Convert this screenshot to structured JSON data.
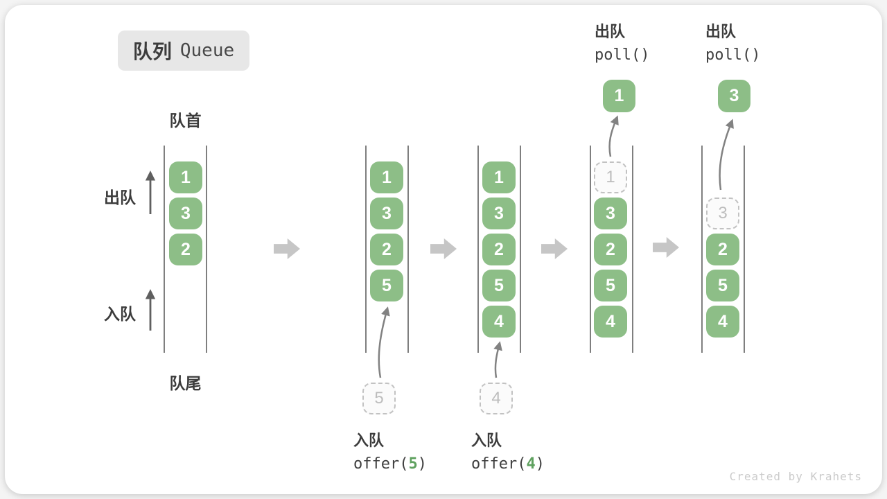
{
  "title": {
    "zh": "队列",
    "en": "Queue"
  },
  "side_labels": {
    "front": "队首",
    "rear": "队尾",
    "dequeue": "出队",
    "enqueue": "入队"
  },
  "operations": {
    "offer5": {
      "label": "入队",
      "fn_open": "offer(",
      "arg": "5",
      "fn_close": ")"
    },
    "offer4": {
      "label": "入队",
      "fn_open": "offer(",
      "arg": "4",
      "fn_close": ")"
    },
    "poll1": {
      "label": "出队",
      "fn": "poll()"
    },
    "poll2": {
      "label": "出队",
      "fn": "poll()"
    }
  },
  "stages": [
    {
      "cells": [
        "1",
        "3",
        "2"
      ]
    },
    {
      "cells": [
        "1",
        "3",
        "2",
        "5"
      ],
      "pending": "5"
    },
    {
      "cells": [
        "1",
        "3",
        "2",
        "5",
        "4"
      ],
      "pending": "4"
    },
    {
      "cells": [
        "3",
        "2",
        "5",
        "4"
      ],
      "ghost": "1",
      "result": "1"
    },
    {
      "cells": [
        "2",
        "5",
        "4"
      ],
      "ghost": "3",
      "result": "3"
    }
  ],
  "watermark": "Created by Krahets",
  "colors": {
    "cell_green": "#8DBE87",
    "arg_green": "#5FA15F",
    "block_arrow": "#C6C6C6",
    "wall_line": "#7F7F7F",
    "text_dark": "#3C3C3C",
    "ghost_border": "#C2C2C2",
    "ghost_text": "#BDBDBD",
    "curve_arrow": "#828282",
    "side_arrow": "#5F5F5F",
    "title_bg": "#E7E7E7",
    "watermark_gray": "#CBCBCB"
  }
}
